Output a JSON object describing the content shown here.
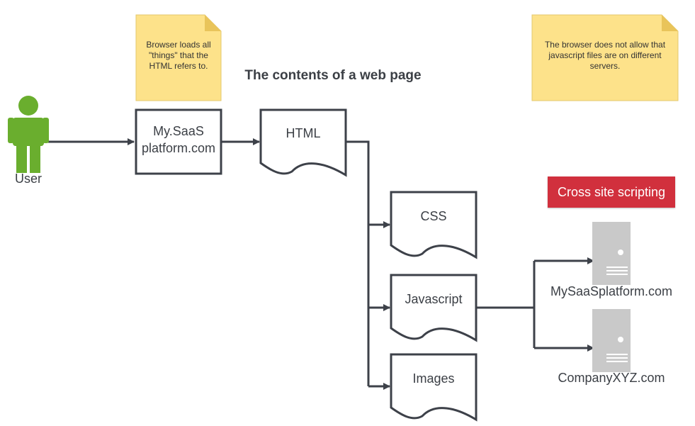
{
  "title": "The contents of a web page",
  "actor": {
    "label": "User",
    "icon": "user-icon"
  },
  "nodes": {
    "server": "My.SaaS\nplatform.com",
    "html": "HTML",
    "css": "CSS",
    "javascript": "Javascript",
    "images": "Images"
  },
  "notes": {
    "browser_loads": "Browser loads all \"things\" that the HTML refers to.",
    "browser_not_allow": "The browser does not allow that javascript files are on different servers."
  },
  "warning": {
    "label": "Cross site scripting"
  },
  "servers": [
    {
      "label": "MySaaSplatform.com",
      "icon": "server-icon"
    },
    {
      "label": "CompanyXYZ.com",
      "icon": "server-icon"
    }
  ],
  "colors": {
    "user": "#6aae2e",
    "note": "#fde28a",
    "note_fold": "#e9c45a",
    "warning": "#d1303d",
    "server": "#c9c9c9",
    "stroke": "#3d4149"
  }
}
